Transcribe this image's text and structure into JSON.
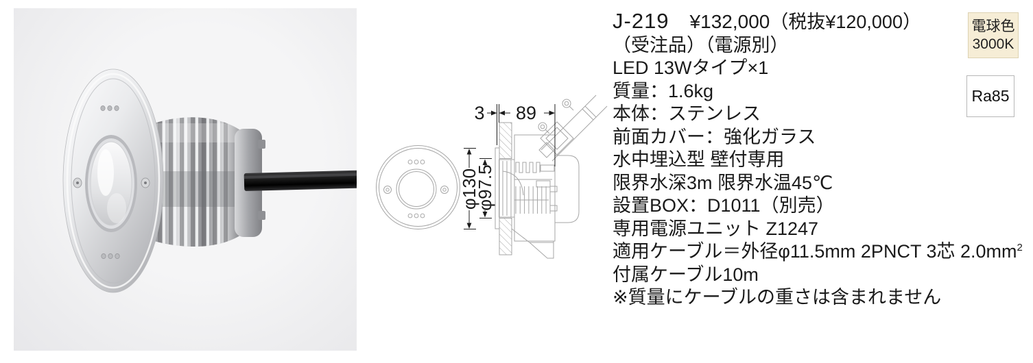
{
  "header": {
    "model": "J-219",
    "price": "¥132,000",
    "price_tax_note": "（税抜¥120,000）",
    "order_note": "（受注品）（電源別）"
  },
  "specs": {
    "lamp": "LED 13Wタイプ×1",
    "weight": "質量：1.6kg",
    "body": "本体：ステンレス",
    "front_cover": "前面カバー：強化ガラス",
    "mount_type": "水中埋込型 壁付専用",
    "limits": "限界水深3m 限界水温45℃",
    "install_box": "設置BOX：D1011（別売）",
    "power_unit": "専用電源ユニット Z1247",
    "cable_spec": "適用ケーブル＝外径φ11.5mm 2PNCT 3芯 2.0mm",
    "cable_spec_sup": "2",
    "included_cable": "付属ケーブル10m",
    "note": "※質量にケーブルの重さは含まれません"
  },
  "badges": {
    "color_temp": {
      "line1": "電球色",
      "line2": "3000K",
      "bg": "#f6edd6",
      "border": "#ddd2b2"
    },
    "cri": {
      "label": "Ra85",
      "bg": "#ffffff",
      "border": "#b7b7b7"
    }
  },
  "drawing": {
    "dim_front": "3",
    "dim_depth": "89",
    "dim_flange": "φ130",
    "dim_body": "φ97.5"
  }
}
